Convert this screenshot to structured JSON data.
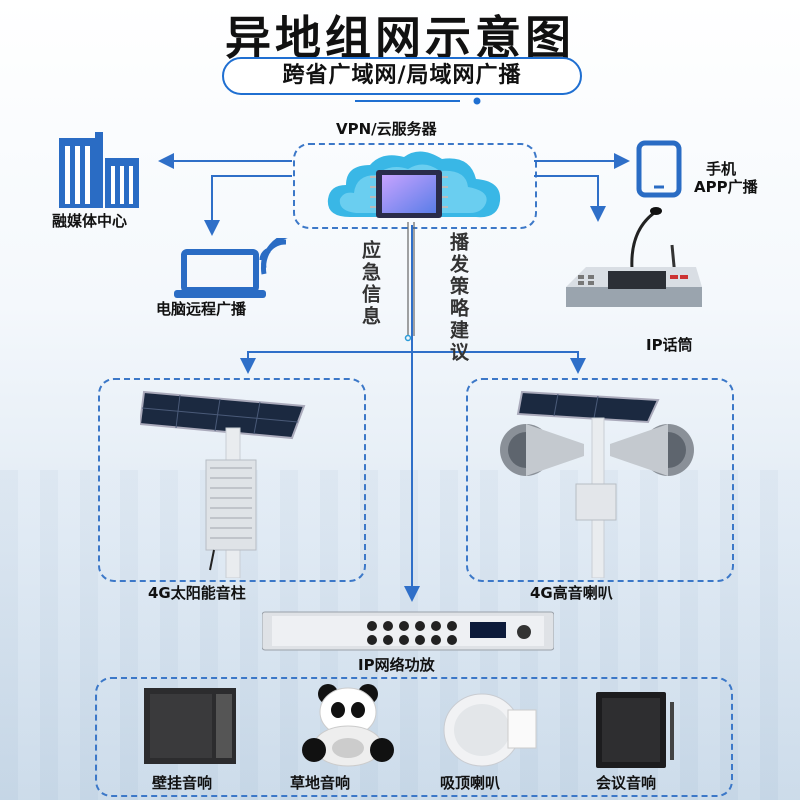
{
  "title": "异地组网示意图",
  "subtitle": "跨省广域网/局域网广播",
  "server": {
    "label": "VPN/云服务器"
  },
  "left_top": {
    "media_center": "融媒体中心",
    "pc_broadcast": "电脑远程广播"
  },
  "right_top": {
    "phone_line1": "手机",
    "phone_line2": "APP广播",
    "ip_mic": "IP话筒"
  },
  "flows": {
    "emergency": "应急信息",
    "strategy": "播发策略建议"
  },
  "terminals": {
    "solar_column": "4G太阳能音柱",
    "horn": "4G高音喇叭"
  },
  "amplifier": {
    "label": "IP网络功放"
  },
  "speakers": [
    "壁挂音响",
    "草地音响",
    "吸顶喇叭",
    "会议音响"
  ],
  "colors": {
    "accent": "#1f6fd1",
    "arrow": "#2f6fc8"
  }
}
